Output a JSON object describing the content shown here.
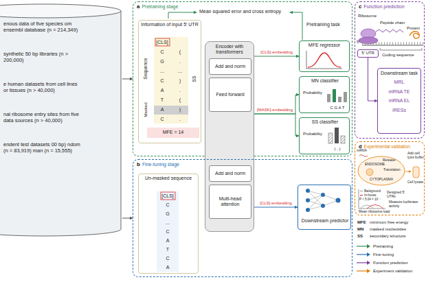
{
  "diagram": {
    "nodes": [
      {
        "text": [
          "enous data of five species om ensembl database (n = 214,349)",
          "synthetic 50 bp libraries (n > 200,000)",
          "e human datasets from cell lines or tissues (n > 40,000)",
          "nal ribosome entry sites from five data sources (n > 40,000)",
          "endent test datasets 00 bp) ndom (n = 83,919) man (n = 15,555)"
        ]
      },
      {
        "text": [
          "a",
          "Pretraining stage"
        ]
      },
      {
        "text": [
          "Information of input 5′ UTR"
        ],
        "in": 1
      },
      {
        "text": [
          "MFE regressor"
        ],
        "in": 1
      },
      {
        "text": [
          "MN classifier",
          "Probability",
          "C G A T"
        ],
        "in": 1
      },
      {
        "text": [
          "SS classifier",
          "Probability",
          "( . )"
        ],
        "in": 1
      },
      {
        "text": [
          "Encoder with transformers"
        ]
      },
      {
        "text": [
          "Add and norm"
        ],
        "in": 6
      },
      {
        "text": [
          "Feed forward"
        ],
        "in": 6
      },
      {
        "text": [
          "Add and norm"
        ],
        "in": 6
      },
      {
        "text": [
          "Multi-head attention"
        ],
        "in": 6
      },
      {
        "text": [
          "b",
          "Fine-tuning stage"
        ]
      },
      {
        "text": [
          "Un-masked sequence"
        ],
        "in": 11
      },
      {
        "text": [
          "Downstream predictor"
        ],
        "in": 11
      },
      {
        "text": [
          "c",
          "Function prediction"
        ]
      },
      {
        "text": [
          "5′ UTR"
        ],
        "in": 14
      },
      {
        "text": [
          "Downstream task",
          "MRL",
          "mRNA TE",
          "mRNA EL",
          "IRESs"
        ],
        "in": 14
      },
      {
        "text": [
          "d",
          "Experimental validation"
        ]
      }
    ],
    "edges": [
      {
        "from": 0,
        "to": 1,
        "arrow": "to"
      },
      {
        "from": 0,
        "to": 11,
        "arrow": "to"
      },
      {
        "from": 6,
        "to": 3,
        "label": "[CLS]-embedding",
        "arrow": "to"
      },
      {
        "from": 6,
        "to": 4,
        "label": "[MASK]-embedding",
        "arrow": "to"
      },
      {
        "from": 6,
        "to": 5,
        "arrow": "to"
      },
      {
        "from": 6,
        "to": 13,
        "label": "[CLS]-embedding",
        "arrow": "to"
      },
      {
        "from": 15,
        "to": 16,
        "arrow": "to"
      }
    ],
    "labels": [
      "Mean squared error and cross entropy",
      "Pretraining task",
      "[CLS]",
      "C",
      "G",
      "...",
      "C",
      "A",
      "T",
      "A",
      "C",
      "Sequence",
      "Masked",
      "SS",
      "(",
      ".",
      "...",
      ")",
      ".",
      "(",
      ")",
      ".",
      "MFE = 14",
      "[CLS]",
      "C",
      "G",
      "...",
      "C",
      "A",
      "T",
      "C",
      "A",
      "Ribosome",
      "Peptide chain",
      "Protein",
      "5′",
      "Coding sequence",
      "mRNA",
      "Release",
      "ENDOSOME",
      "Translation",
      "CYTOPLASMA",
      "Add cell lysis buffer",
      "Cell lysate",
      "Background",
      "In-house",
      "P < 5.04 × 10⁻⁷",
      "Mean ribosome load",
      "Designed 5′ UTRs",
      "Measure luciferase activity",
      "MFE",
      "minimum free energy",
      "MN",
      "masked nucleotides",
      "SS",
      "secondary structure"
    ],
    "legend": [
      {
        "text": "Pretraining"
      },
      {
        "text": "Fine-tuning"
      },
      {
        "text": "Function prediction"
      },
      {
        "text": "Experiment validation"
      }
    ]
  }
}
